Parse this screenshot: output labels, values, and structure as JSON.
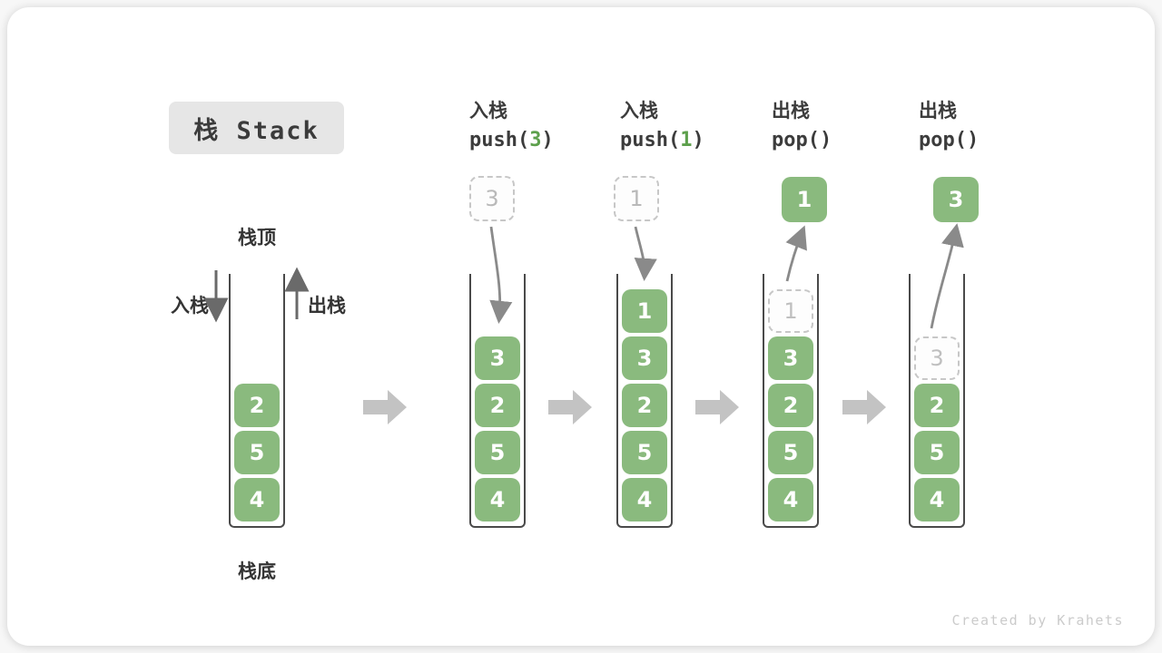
{
  "title": "栈 Stack",
  "footer": "Created by Krahets",
  "labels": {
    "stack_top": "栈顶",
    "stack_bottom": "栈底",
    "push_side": "入栈",
    "pop_side": "出栈"
  },
  "operations": [
    {
      "action": "入栈",
      "code": "push(",
      "arg": "3",
      "close": ")"
    },
    {
      "action": "入栈",
      "code": "push(",
      "arg": "1",
      "close": ")"
    },
    {
      "action": "出栈",
      "code": "pop(",
      "arg": "",
      "close": ")"
    },
    {
      "action": "出栈",
      "code": "pop(",
      "arg": "",
      "close": ")"
    }
  ],
  "stacks": [
    {
      "cells": [
        "2",
        "5",
        "4"
      ]
    },
    {
      "incoming": "3",
      "cells": [
        "3",
        "2",
        "5",
        "4"
      ]
    },
    {
      "incoming": "1",
      "cells": [
        "1",
        "3",
        "2",
        "5",
        "4"
      ]
    },
    {
      "popped": "1",
      "ghost": "1",
      "cells": [
        "3",
        "2",
        "5",
        "4"
      ]
    },
    {
      "popped": "3",
      "ghost": "3",
      "cells": [
        "2",
        "5",
        "4"
      ]
    }
  ],
  "colors": {
    "cell_green": "#8aba7e",
    "code_arg_green": "#5da04c",
    "text_dark": "#3b3b3b",
    "curved_arrow_gray": "#8a8a8a",
    "side_arrow_gray": "#6a6a6a",
    "block_arrow_gray": "#c3c3c3",
    "title_box_bg": "#e6e6e6",
    "ghost_border": "#c7c7c7",
    "footer_gray": "#cbcbcb"
  }
}
